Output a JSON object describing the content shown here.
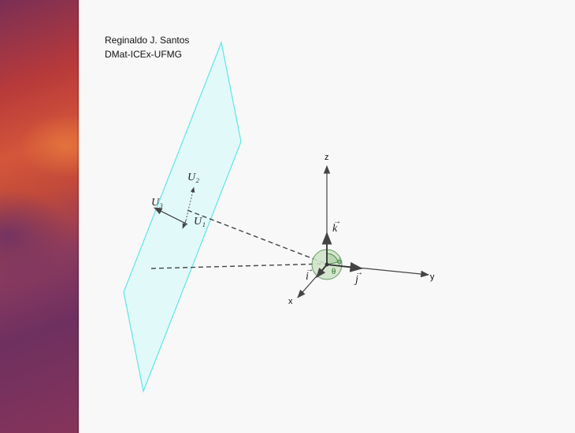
{
  "credits": {
    "author": "Reginaldo J. Santos",
    "institution": "DMat-ICEx-UFMG"
  },
  "axes": {
    "x": "x",
    "y": "y",
    "z": "z"
  },
  "unit_vectors": {
    "i": "i",
    "j": "j",
    "k": "k",
    "arrow": "→"
  },
  "plane_vectors": {
    "u1": "U₁",
    "u2": "U₂",
    "u3": "U₃"
  },
  "angles": {
    "phi": "ϕ",
    "theta": "θ"
  },
  "colors": {
    "plane_fill": "#e2f9f9",
    "plane_edge": "#5fe6e6",
    "angle_fill": "#cfe3c8",
    "angle_stroke": "#4c8a45",
    "axis": "#444444"
  }
}
